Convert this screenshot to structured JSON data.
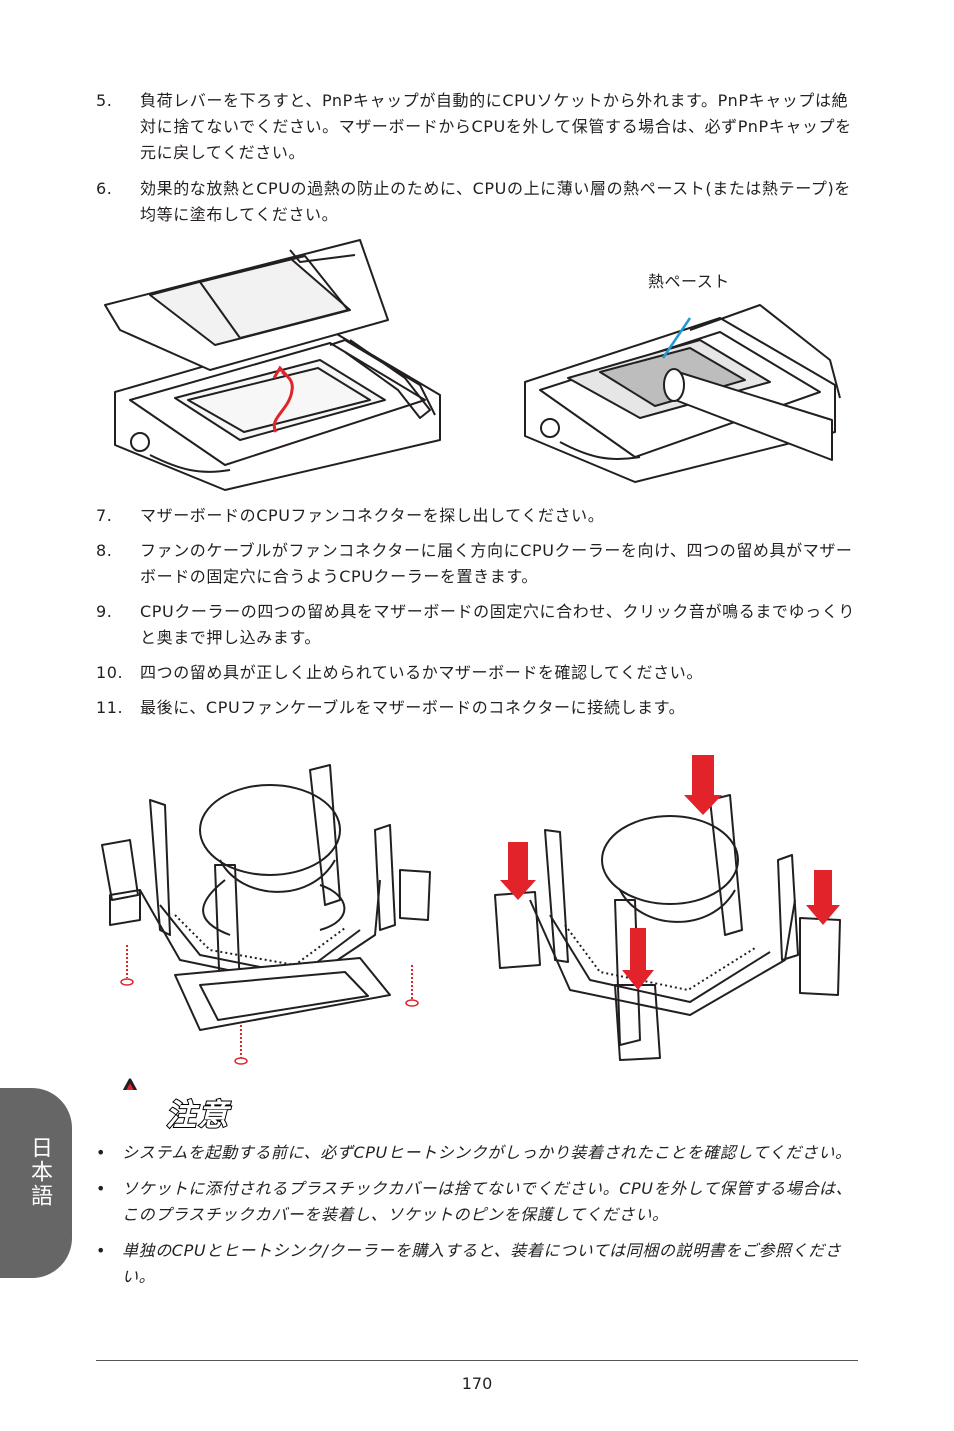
{
  "steps_top": [
    {
      "num": "5.",
      "text": "負荷レバーを下ろすと、PnPキャップが自動的にCPUソケットから外れます。PnPキャップは絶対に捨てないでください。マザーボードからCPUを外して保管する場合は、必ずPnPキャップを元に戻してください。"
    },
    {
      "num": "6.",
      "text": "効果的な放熱とCPUの過熱の防止のために、CPUの上に薄い層の熱ペースト(または熱テープ)を均等に塗布してください。"
    }
  ],
  "figure1": {
    "label": "熱ペースト"
  },
  "steps_bottom": [
    {
      "num": "7.",
      "text": "マザーボードのCPUファンコネクターを探し出してください。"
    },
    {
      "num": "8.",
      "text": "ファンのケーブルがファンコネクターに届く方向にCPUクーラーを向け、四つの留め具がマザーボードの固定穴に合うようCPUクーラーを置きます。"
    },
    {
      "num": "9.",
      "text": "CPUクーラーの四つの留め具をマザーボードの固定穴に合わせ、クリック音が鳴るまでゆっくりと奥まで押し込みます。"
    },
    {
      "num": "10.",
      "text": "四つの留め具が正しく止められているかマザーボードを確認してください。"
    },
    {
      "num": "11.",
      "text": "最後に、CPUファンケーブルをマザーボードのコネクターに接続します。"
    }
  ],
  "caution": {
    "title": "注意",
    "notes": [
      "システムを起動する前に、必ずCPUヒートシンクがしっかり装着されたことを確認してください。",
      "ソケットに添付されるプラスチックカバーは捨てないでください。CPUを外して保管する場合は、このプラスチックカバーを装着し、ソケットのピンを保護してください。",
      "単独のCPUとヒートシンク/クーラーを購入すると、装着については同梱の説明書をご参照ください。"
    ]
  },
  "side_tab": {
    "text": "日本語"
  },
  "page_number": "170",
  "colors": {
    "arrow": "#e2232a",
    "paste": "#1e9ad6",
    "text": "#231f20",
    "tab": "#666666"
  }
}
